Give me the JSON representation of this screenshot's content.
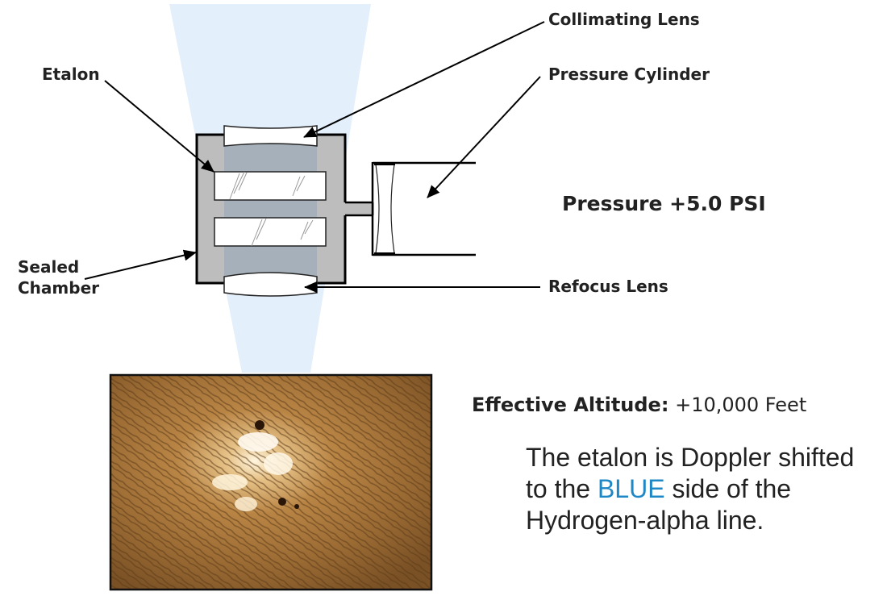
{
  "labels": {
    "collimating_lens": "Collimating Lens",
    "pressure_cylinder": "Pressure Cylinder",
    "etalon": "Etalon",
    "sealed_chamber_line1": "Sealed",
    "sealed_chamber_line2": "Chamber",
    "refocus_lens": "Refocus Lens"
  },
  "pressure": "Pressure +5.0 PSI",
  "altitude": {
    "label": "Effective Altitude:",
    "value": "+10,000 Feet"
  },
  "description": {
    "part1": "The etalon is Doppler shifted to the ",
    "highlight": "BLUE",
    "part2": " side of the Hydrogen-alpha line."
  },
  "colors": {
    "highlight": "#1e87c6",
    "beam": "#e3effb",
    "chamber": "#bdbdbd"
  }
}
